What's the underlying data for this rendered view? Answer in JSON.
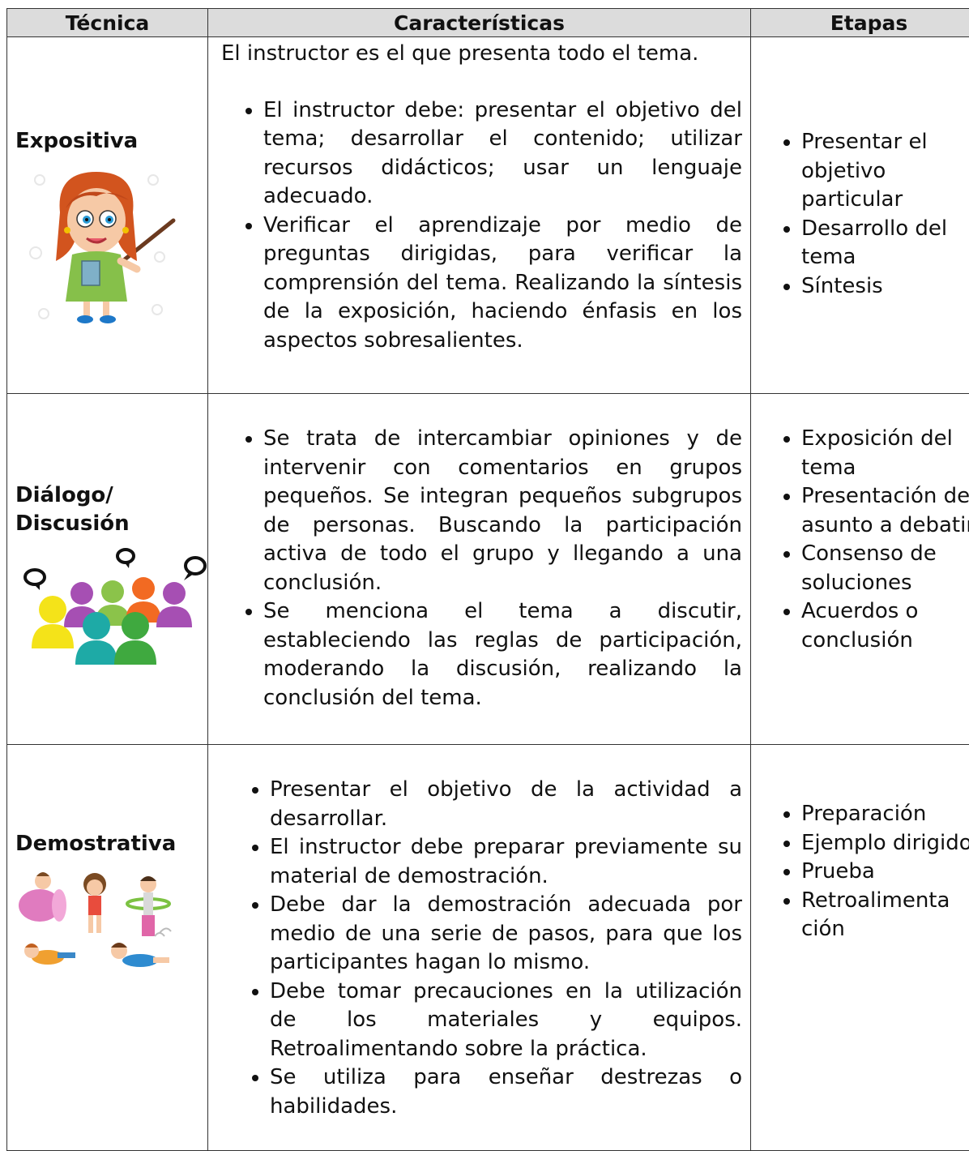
{
  "headers": {
    "technique": "Técnica",
    "characteristics": "Características",
    "stages": "Etapas"
  },
  "rows": [
    {
      "technique": "Expositiva",
      "intro": "El instructor es el que presenta todo el tema.",
      "characteristics": [
        "El instructor debe: presentar el objetivo del tema; desarrollar el contenido; utilizar recursos didácticos; usar un lenguaje adecuado.",
        "Verificar el aprendizaje por medio de preguntas dirigidas, para verificar la comprensión del tema. Realizando la síntesis de la exposición, haciendo énfasis en los aspectos sobresalientes."
      ],
      "stages": [
        "Presentar el objetivo particular",
        "Desarrollo del tema",
        "Síntesis"
      ],
      "icon": "teacher-illustration"
    },
    {
      "technique": "Diálogo/ Discusión",
      "characteristics": [
        "Se trata de intercambiar opiniones y de intervenir con comentarios en grupos pequeños. Se integran pequeños subgrupos de personas. Buscando la participación activa de todo el grupo y llegando a una conclusión.",
        "Se menciona el tema a discutir, estableciendo las reglas de participación, moderando la discusión, realizando la conclusión del tema."
      ],
      "stages": [
        "Exposición del tema",
        "Presentación del asunto a debatir",
        "Consenso de soluciones",
        "Acuerdos o conclusión"
      ],
      "icon": "discussion-group-illustration"
    },
    {
      "technique": "Demostrativa",
      "characteristics": [
        "Presentar el objetivo de la actividad a desarrollar.",
        "El instructor debe preparar previamente su material de demostración.",
        "Debe dar la demostración adecuada por medio de una serie de pasos, para que los participantes hagan lo mismo.",
        "Debe tomar precauciones en la utilización de los materiales y equipos. Retroalimentando sobre la práctica.",
        "Se utiliza para enseñar destrezas o habilidades."
      ],
      "stages": [
        "Preparación",
        "Ejemplo dirigido",
        "Prueba",
        "Retroalimenta ción"
      ],
      "icon": "kids-playing-illustration"
    }
  ]
}
